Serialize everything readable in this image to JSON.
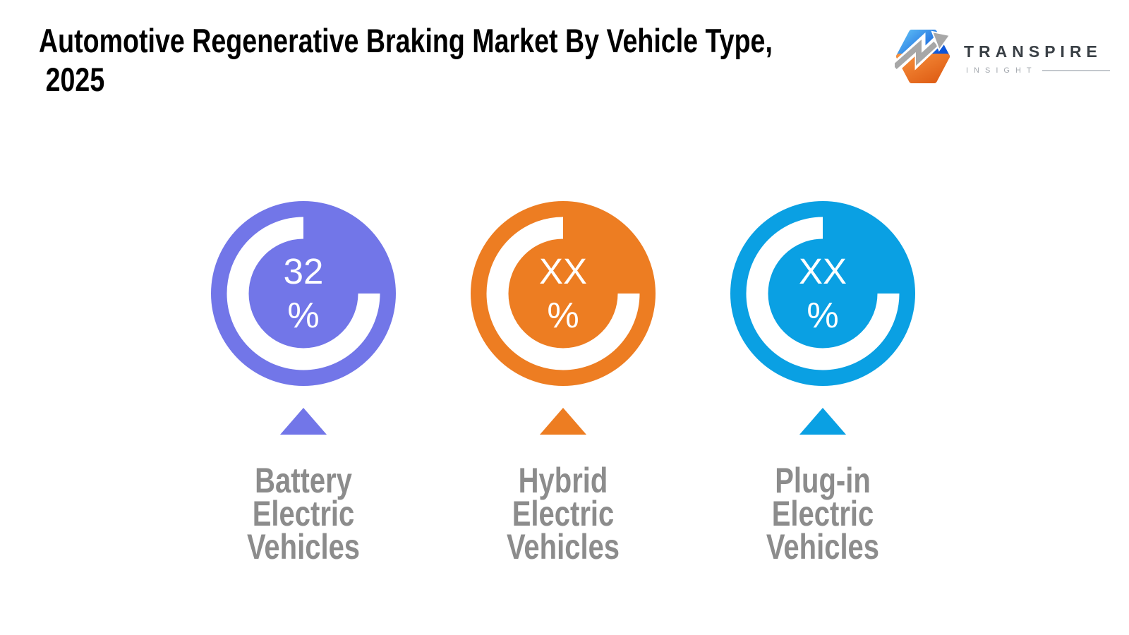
{
  "page": {
    "background": "#FFFFFF"
  },
  "title": {
    "line1": "Automotive Regenerative Braking Market By Vehicle Type,",
    "line2": "2025"
  },
  "brand": {
    "icon": "transpire-hexagon-arrow-logo",
    "name": "TRANSPIRE",
    "tagline": "INSIGHT",
    "name_color": "#3A4046",
    "tagline_color": "#A4A9AF"
  },
  "rings": [
    {
      "value": "32",
      "unit": "%",
      "label": [
        "Battery",
        "Electric",
        "Vehicles"
      ],
      "color": "#7276E8",
      "pointer_icon": "triangle-up"
    },
    {
      "value": "XX",
      "unit": "%",
      "label": [
        "Hybrid",
        "Electric",
        "Vehicles"
      ],
      "color": "#ED7D22",
      "pointer_icon": "triangle-up"
    },
    {
      "value": "XX",
      "unit": "%",
      "label": [
        "Plug-in",
        "Electric",
        "Vehicles"
      ],
      "color": "#0AA0E3",
      "pointer_icon": "triangle-up"
    }
  ],
  "chart_data": {
    "type": "pie",
    "variant": "percentage-ring-icons",
    "title": "Automotive Regenerative Braking Market By Vehicle Type, 2025",
    "categories": [
      "Battery Electric Vehicles",
      "Hybrid Electric Vehicles",
      "Plug-in Electric Vehicles"
    ],
    "values_display": [
      "32%",
      "XX%",
      "XX%"
    ],
    "values_numeric": [
      32,
      null,
      null
    ],
    "colors": [
      "#7276E8",
      "#ED7D22",
      "#0AA0E3"
    ],
    "ring_gap_quadrant": "top-right",
    "legend_position": "below-icons",
    "grid": false
  }
}
